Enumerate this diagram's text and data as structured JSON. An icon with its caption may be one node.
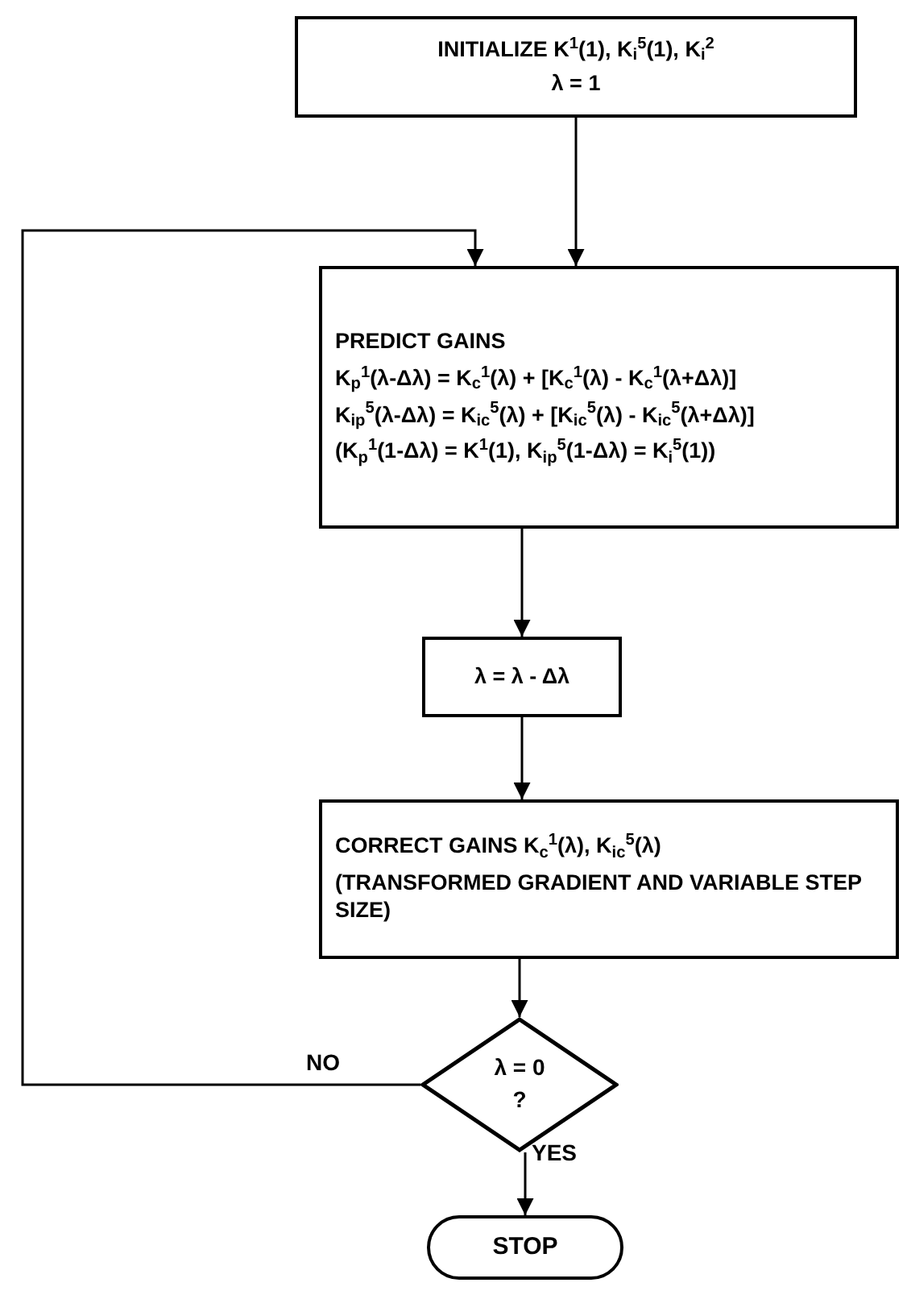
{
  "diagram": {
    "nodes": [
      {
        "text": [
          "INITIALIZE K$^{1}$(1), K$_{i}$$^{5}$(1), K$_{i}$$^{2}$",
          "λ = 1"
        ]
      },
      {
        "text": [
          "PREDICT GAINS",
          "K$_{p}$$^{1}$(λ-Δλ) = K$_{c}$$^{1}$(λ) + [K$_{c}$$^{1}$(λ) - K$_{c}$$^{1}$(λ+Δλ)]",
          "K$_{ip}$$^{5}$(λ-Δλ) = K$_{ic}$$^{5}$(λ) + [K$_{ic}$$^{5}$(λ) - K$_{ic}$$^{5}$(λ+Δλ)]",
          "(K$_{p}$$^{1}$(1-Δλ) = K$^{1}$(1), K$_{ip}$$^{5}$(1-Δλ) = K$_{i}$$^{5}$(1))"
        ]
      },
      {
        "text": [
          "λ = λ - Δλ"
        ]
      },
      {
        "text": [
          "CORRECT GAINS K$_{c}$$^{1}$(λ), K$_{ic}$$^{5}$(λ)",
          "(TRANSFORMED GRADIENT AND VARIABLE STEP SIZE)"
        ]
      },
      {
        "text": [
          "λ = 0 ?"
        ]
      },
      {
        "text": [
          "STOP"
        ]
      }
    ],
    "edges": [
      {
        "from": 0,
        "to": 1,
        "arrow": "to"
      },
      {
        "from": 1,
        "to": 2,
        "arrow": "to"
      },
      {
        "from": 2,
        "to": 3,
        "arrow": "to"
      },
      {
        "from": 3,
        "to": 4,
        "arrow": "to"
      },
      {
        "from": 4,
        "to": 1,
        "arrow": "to",
        "label": "NO"
      },
      {
        "from": 4,
        "to": 5,
        "arrow": "to",
        "label": "YES"
      }
    ]
  }
}
